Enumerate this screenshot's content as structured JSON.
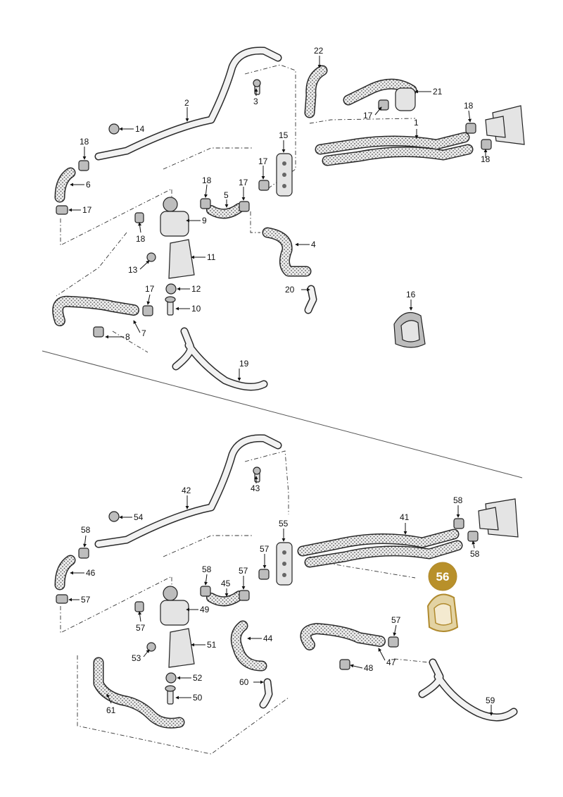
{
  "diagram": {
    "top_section": {
      "callouts": [
        "1",
        "2",
        "3",
        "4",
        "5",
        "6",
        "7",
        "8",
        "9",
        "10",
        "11",
        "12",
        "13",
        "14",
        "15",
        "16",
        "17",
        "18",
        "19",
        "20",
        "21",
        "22"
      ]
    },
    "bottom_section": {
      "callouts": [
        "41",
        "42",
        "43",
        "44",
        "45",
        "46",
        "47",
        "48",
        "49",
        "50",
        "51",
        "52",
        "53",
        "54",
        "55",
        "57",
        "58",
        "59",
        "60",
        "61"
      ],
      "highlighted_part": {
        "number": "56",
        "badge_color": "#b8902a",
        "part_outline_color": "#b08a2e"
      }
    }
  }
}
